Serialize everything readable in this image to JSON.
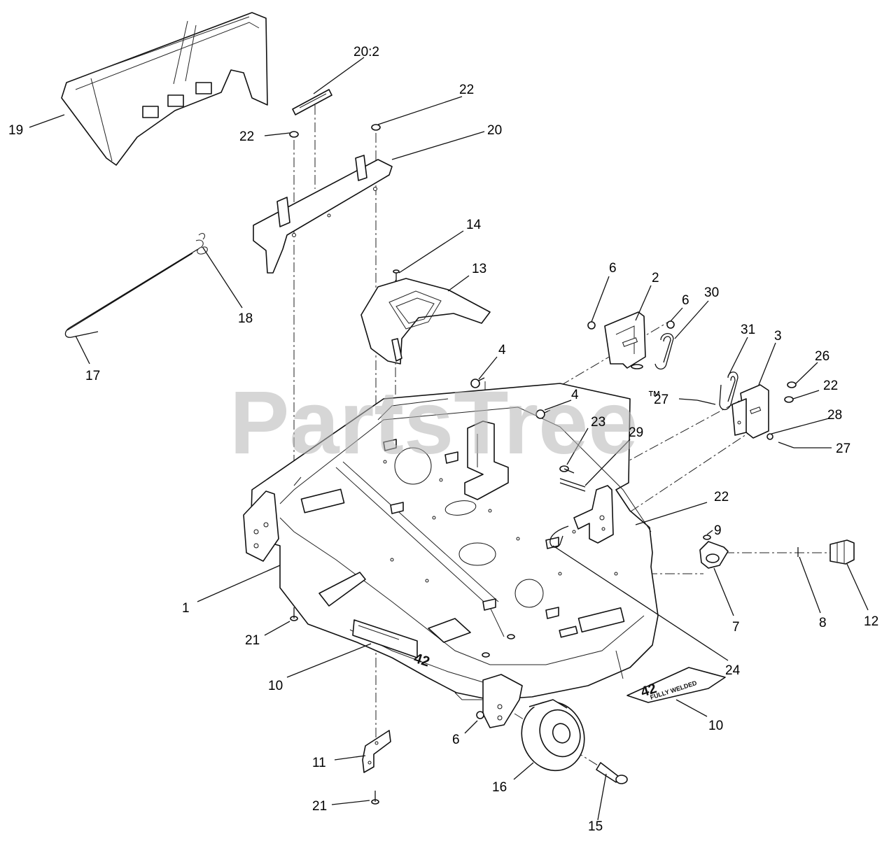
{
  "watermark": {
    "text": "PartsTree",
    "trademark": "™"
  },
  "decals": {
    "deck_size": "42",
    "fully_welded_top": "42",
    "fully_welded_bottom": "FULLY WELDED"
  },
  "callouts": [
    "20:2",
    "22",
    "20",
    "22",
    "19",
    "14",
    "13",
    "18",
    "17",
    "6",
    "2",
    "6",
    "30",
    "31",
    "3",
    "26",
    "22",
    "4",
    "4",
    "27",
    "23",
    "29",
    "28",
    "27",
    "22",
    "9",
    "1",
    "7",
    "8",
    "12",
    "21",
    "24",
    "10",
    "10",
    "6",
    "11",
    "16",
    "21",
    "15"
  ]
}
